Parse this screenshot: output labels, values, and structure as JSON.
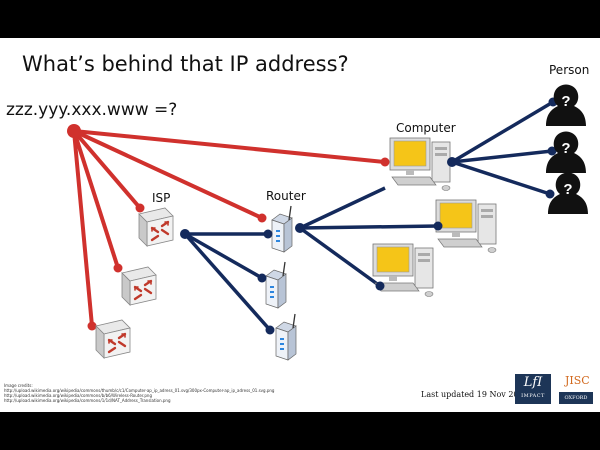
{
  "slide": {
    "title": "What’s behind that IP address?",
    "ip_label": "zzz.yyy.xxx.www =?"
  },
  "labels": {
    "isp": "ISP",
    "router": "Router",
    "computer": "Computer",
    "person": "Person"
  },
  "persons": {
    "mark": "?"
  },
  "credits": {
    "heading": "Image credits:",
    "lines": [
      "http://upload.wikimedia.org/wikipedia/commons/thumb/c/c1/Computer-ap_ip_adress_01.svg/300px-Computer-ap_ip_adress_01.svg.png",
      "http://upload.wikimedia.org/wikipedia/commons/b/b6/Wireless-Router.png",
      "http://upload.wikimedia.org/wikipedia/commons/1/1d/NAT_Address_Translation.png"
    ]
  },
  "footer": {
    "updated": "Last updated 19 Nov 2010",
    "lfi_mark": "LfI",
    "lfi_sub": "IMPACT",
    "jisc": "JISC",
    "oxford": "OXFORD"
  },
  "colors": {
    "red_link": "#d0312d",
    "navy_link": "#142a5c",
    "background": "#ffffff",
    "border": "#000000",
    "monitor_screen": "#f5c518",
    "person_silhouette": "#111111"
  },
  "icons": [
    "red-node-dot",
    "isp-switch-icon",
    "router-icon",
    "computer-icon",
    "person-silhouette-icon"
  ]
}
